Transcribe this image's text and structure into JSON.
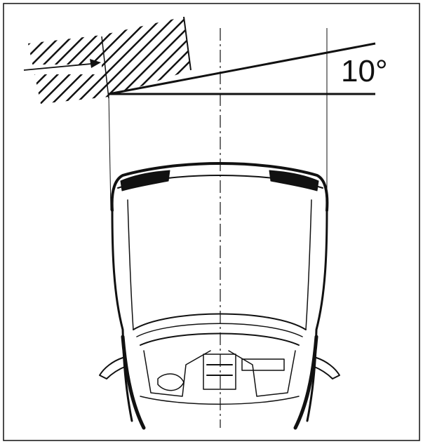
{
  "figure": {
    "angle_label": "10°"
  },
  "colors": {
    "ink": "#111111",
    "background": "#ffffff"
  },
  "icons": [
    "approach-arrow",
    "hatched-wall",
    "vehicle-top-view"
  ]
}
